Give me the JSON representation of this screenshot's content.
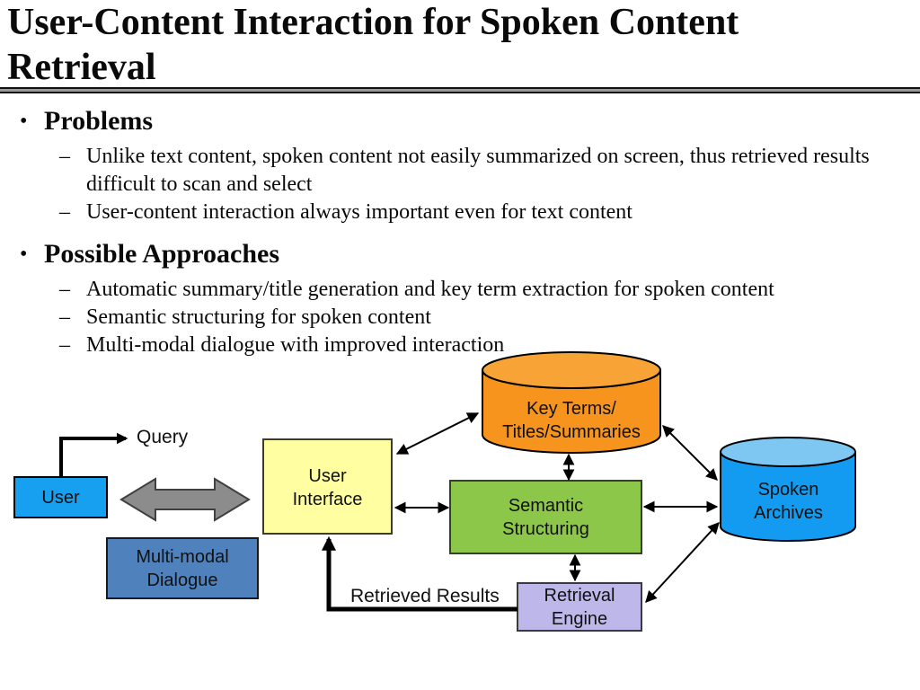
{
  "slide": {
    "title": "User-Content Interaction for Spoken Content Retrieval",
    "bullet_char": "•",
    "dash_char": "–",
    "bullets": [
      {
        "label": "Problems",
        "items": [
          "Unlike text content, spoken content not easily summarized on screen, thus retrieved results difficult to scan and select",
          "User-content interaction always important even for text content"
        ]
      },
      {
        "label": "Possible Approaches",
        "items": [
          "Automatic summary/title generation and key term extraction for spoken content",
          "Semantic structuring for spoken content",
          "Multi-modal dialogue with improved interaction"
        ]
      }
    ]
  },
  "diagram": {
    "nodes": {
      "user": {
        "label": "User"
      },
      "multimodal": {
        "lines": [
          "Multi-modal",
          "Dialogue"
        ]
      },
      "ui": {
        "lines": [
          "User",
          "Interface"
        ]
      },
      "keyterms": {
        "lines": [
          "Key Terms/",
          "Titles/Summaries"
        ]
      },
      "semantic": {
        "lines": [
          "Semantic",
          "Structuring"
        ]
      },
      "retrieval": {
        "lines": [
          "Retrieval",
          "Engine"
        ]
      },
      "archives": {
        "lines": [
          "Spoken",
          "Archives"
        ]
      }
    },
    "labels": {
      "query": "Query",
      "retrieved_results": "Retrieved Results"
    },
    "colors": {
      "keyterms_body": "#F7941E",
      "keyterms_top": "#F8A336",
      "archives_body": "#129BF0",
      "archives_top": "#7EC7F2",
      "user_fill": "#18A0F0",
      "multimodal_fill": "#4F81BD",
      "ui_fill": "#FFFFA1",
      "semantic_fill": "#8DC74A",
      "retrieval_fill": "#BDB7EA",
      "dialogue_arrow_fill": "#8C8C8C"
    }
  }
}
